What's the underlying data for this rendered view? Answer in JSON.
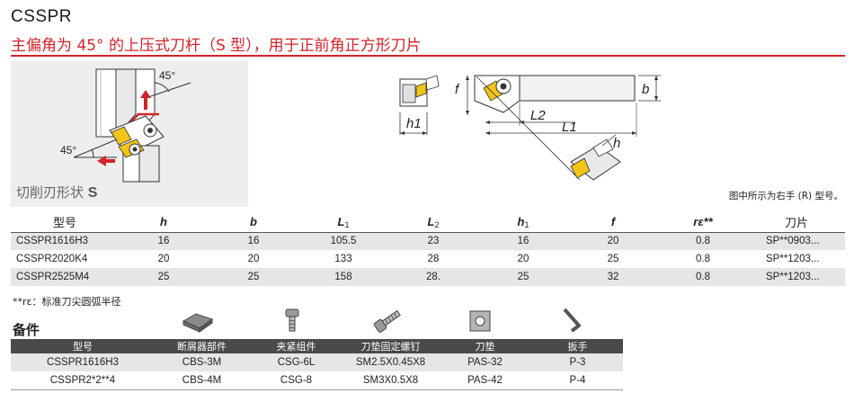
{
  "header": {
    "title": "CSSPR",
    "subtitle": "主偏角为 45° 的上压式刀杆（S 型），用于正前角正方形刀片"
  },
  "shape": {
    "caption_prefix": "切削刃形状",
    "caption_code": "S",
    "angle_top": "45°",
    "angle_bottom": "45°"
  },
  "diagram": {
    "label_h1_left": "h1",
    "label_f": "f",
    "label_b": "b",
    "label_L2": "L2",
    "label_L1": "L1",
    "label_h": "h",
    "note": "图中所示为右手 (R) 型号。"
  },
  "spec_table": {
    "headers": [
      "型号",
      "h",
      "b",
      "L",
      "L",
      "h",
      "f",
      "rε**",
      "刀片"
    ],
    "header_subs": [
      "",
      "",
      "",
      "1",
      "2",
      "1",
      "",
      "",
      ""
    ],
    "rows": [
      [
        "CSSPR1616H3",
        "16",
        "16",
        "105.5",
        "23",
        "16",
        "20",
        "0.8",
        "SP**0903..."
      ],
      [
        "CSSPR2020K4",
        "20",
        "20",
        "133",
        "28",
        "20",
        "25",
        "0.8",
        "SP**1203..."
      ],
      [
        "CSSPR2525M4",
        "25",
        "25",
        "158",
        "28.",
        "25",
        "32",
        "0.8",
        "SP**1203..."
      ]
    ]
  },
  "footnote": "**rε：标准刀尖圆弧半径",
  "spare_parts": {
    "title": "备件",
    "headers": [
      "型号",
      "断屑器部件",
      "夹紧组件",
      "刀垫固定螺钉",
      "刀垫",
      "扳手"
    ],
    "rows": [
      [
        "CSSPR1616H3",
        "CBS-3M",
        "CSG-6L",
        "SM2.5X0.45X8",
        "PAS-32",
        "P-3"
      ],
      [
        "CSSPR2*2**4",
        "CBS-4M",
        "CSG-8",
        "SM3X0.5X8",
        "PAS-42",
        "P-4"
      ]
    ],
    "icons": [
      "chipbreaker-icon",
      "clamp-set-icon",
      "shim-screw-icon",
      "shim-icon",
      "wrench-icon"
    ]
  },
  "colors": {
    "accent": "#d2232a",
    "insert": "#f0c419",
    "header_bg": "#4a4a4a",
    "shade": "#e6e6e6"
  }
}
